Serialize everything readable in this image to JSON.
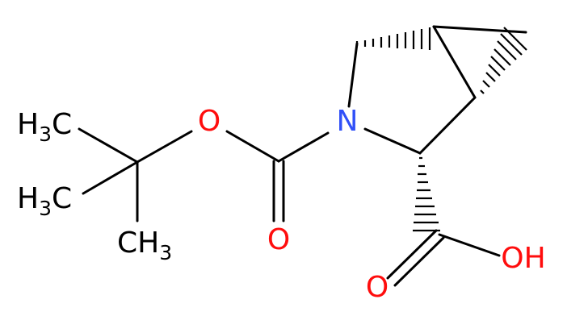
{
  "molecule": {
    "stereo_note": "",
    "colors": {
      "bond": "#000000",
      "carbon_label": "#000000",
      "oxygen": "#ff0d0d",
      "nitrogen": "#3050f8"
    },
    "labels": {
      "methyl_top": {
        "main": "H",
        "sub": "3",
        "tail": "C"
      },
      "methyl_mid": {
        "main": "H",
        "sub": "3",
        "tail": "C"
      },
      "methyl_bottom": {
        "main": "CH",
        "sub": "3"
      },
      "ester_oxygen": "O",
      "nitrogen": "N",
      "carbamate_carbonyl_oxygen": "O",
      "acid_hydroxyl": "OH",
      "acid_carbonyl_oxygen": "O"
    }
  }
}
